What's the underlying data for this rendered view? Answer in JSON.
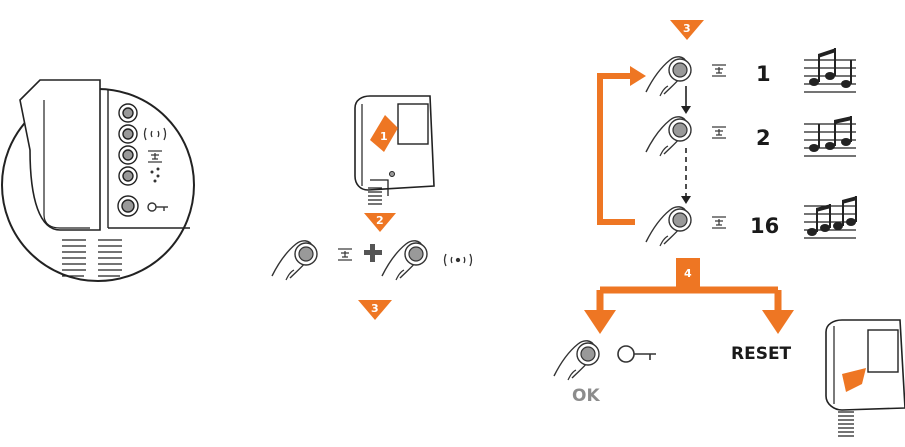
{
  "colors": {
    "accent": "#ee7623",
    "ink": "#1a1a1a",
    "muted": "#8c8c8c",
    "line": "#333333"
  },
  "steps": {
    "s1": "1",
    "s2": "2",
    "s3": "3",
    "s4": "4"
  },
  "tones": [
    {
      "number": "1",
      "notes": 3
    },
    {
      "number": "2",
      "notes": 3
    },
    {
      "number": "16",
      "notes": 4
    }
  ],
  "outcomes": {
    "confirm": "OK",
    "reset": "RESET"
  },
  "icons": {
    "call": "handset-call-icon",
    "light": "light-icon",
    "network": "network-icon",
    "key": "key-icon"
  }
}
